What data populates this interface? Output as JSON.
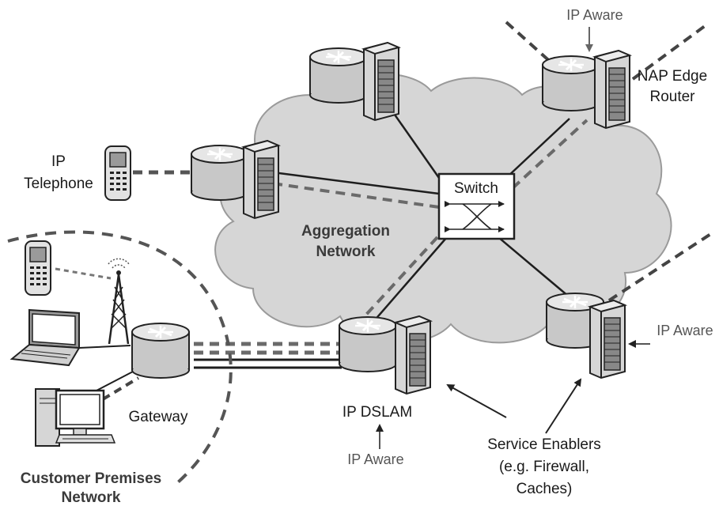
{
  "labels": {
    "ip_telephone_line1": "IP",
    "ip_telephone_line2": "Telephone",
    "ip_aware_top": "IP Aware",
    "nap_edge_router_line1": "NAP Edge",
    "nap_edge_router_line2": "Router",
    "switch": "Switch",
    "aggregation_line1": "Aggregation",
    "aggregation_line2": "Network",
    "ip_aware_right": "IP Aware",
    "gateway": "Gateway",
    "ip_dslam": "IP DSLAM",
    "ip_aware_bottom": "IP Aware",
    "service_enablers_line1": "Service Enablers",
    "service_enablers_line2": "(e.g. Firewall,",
    "service_enablers_line3": "Caches)",
    "customer_premises_line1": "Customer Premises",
    "customer_premises_line2": "Network"
  },
  "colors": {
    "cloud_fill": "#d6d6d6",
    "cloud_stroke": "#9a9a9a",
    "solid_link": "#1e1e1e",
    "dashed_link": "#6a6a6a",
    "device_fill": "#cfcfcf"
  },
  "icons": {
    "router": "router-cylinder-icon",
    "server": "server-rack-icon",
    "switch": "switch-box-icon",
    "phone": "mobile-phone-icon",
    "laptop": "laptop-icon",
    "desktop": "desktop-computer-icon",
    "antenna": "radio-tower-icon"
  }
}
